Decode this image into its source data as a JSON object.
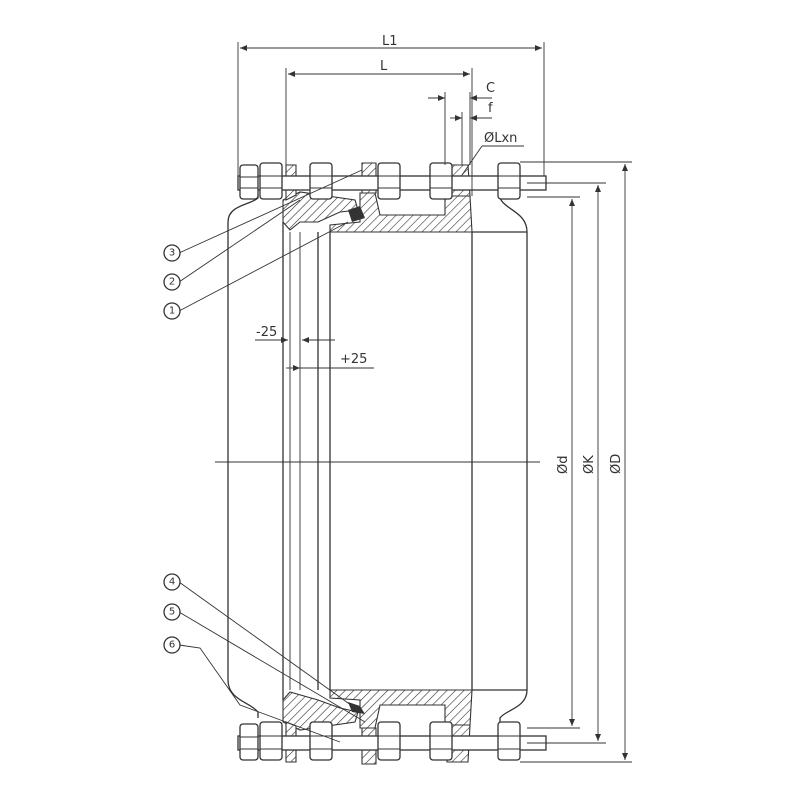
{
  "dimensions": {
    "L1": "L1",
    "L": "L",
    "C": "C",
    "f": "f",
    "bolt_hole": "ØLxn",
    "minus": "-25",
    "plus": "+25",
    "d": "Ød",
    "K": "ØK",
    "D": "ØD"
  },
  "callouts": [
    "3",
    "2",
    "1",
    "4",
    "5",
    "6"
  ]
}
